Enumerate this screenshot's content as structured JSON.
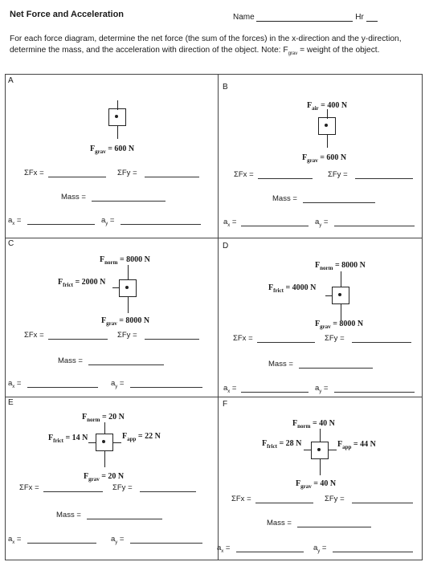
{
  "header": {
    "title": "Net Force and Acceleration",
    "name_label": "Name",
    "hr_label": "Hr"
  },
  "instructions": "For each force diagram, determine the net force (the sum of the forces) in the x-direction and the y-direction, determine the mass, and the acceleration with direction of the object. Note: F",
  "instructions_sub": "grav",
  "instructions_tail": " = weight of the object.",
  "fields": {
    "sfx": "ΣFx =",
    "sfy": "ΣFy =",
    "mass": "Mass =",
    "ax": "a",
    "ay": "a",
    "x_sub": "x",
    "y_sub": "y",
    "eq": " ="
  },
  "panels": {
    "A": {
      "label": "A",
      "fgrav": "F",
      "fgrav_sub": "grav",
      "fgrav_val": " = 600 N"
    },
    "B": {
      "label": "B",
      "fair": "F",
      "fair_sub": "air",
      "fair_val": " = 400 N",
      "fgrav": "F",
      "fgrav_sub": "grav",
      "fgrav_val": " = 600 N"
    },
    "C": {
      "label": "C",
      "fnorm": "F",
      "fnorm_sub": "norm",
      "fnorm_val": " = 8000 N",
      "ffrict": "F",
      "ffrict_sub": "frict",
      "ffrict_val": " = 2000 N",
      "fgrav": "F",
      "fgrav_sub": "grav",
      "fgrav_val": " = 8000 N"
    },
    "D": {
      "label": "D",
      "fnorm": "F",
      "fnorm_sub": "norm",
      "fnorm_val": " = 8000 N",
      "ffrict": "F",
      "ffrict_sub": "frict",
      "ffrict_val": " = 4000 N",
      "fgrav": "F",
      "fgrav_sub": "grav",
      "fgrav_val": " = 8000 N"
    },
    "E": {
      "label": "E",
      "fnorm": "F",
      "fnorm_sub": "norm",
      "fnorm_val": " = 20 N",
      "ffrict": "F",
      "ffrict_sub": "frict",
      "ffrict_val": " = 14 N",
      "fapp": "F",
      "fapp_sub": "app",
      "fapp_val": " = 22 N",
      "fgrav": "F",
      "fgrav_sub": "grav",
      "fgrav_val": " = 20 N"
    },
    "F": {
      "label": "F",
      "fnorm": "F",
      "fnorm_sub": "norm",
      "fnorm_val": " = 40 N",
      "ffrict": "F",
      "ffrict_sub": "frict",
      "ffrict_val": " = 28 N",
      "fapp": "F",
      "fapp_sub": "app",
      "fapp_val": " = 44 N",
      "fgrav": "F",
      "fgrav_sub": "grav",
      "fgrav_val": " = 40 N"
    }
  }
}
